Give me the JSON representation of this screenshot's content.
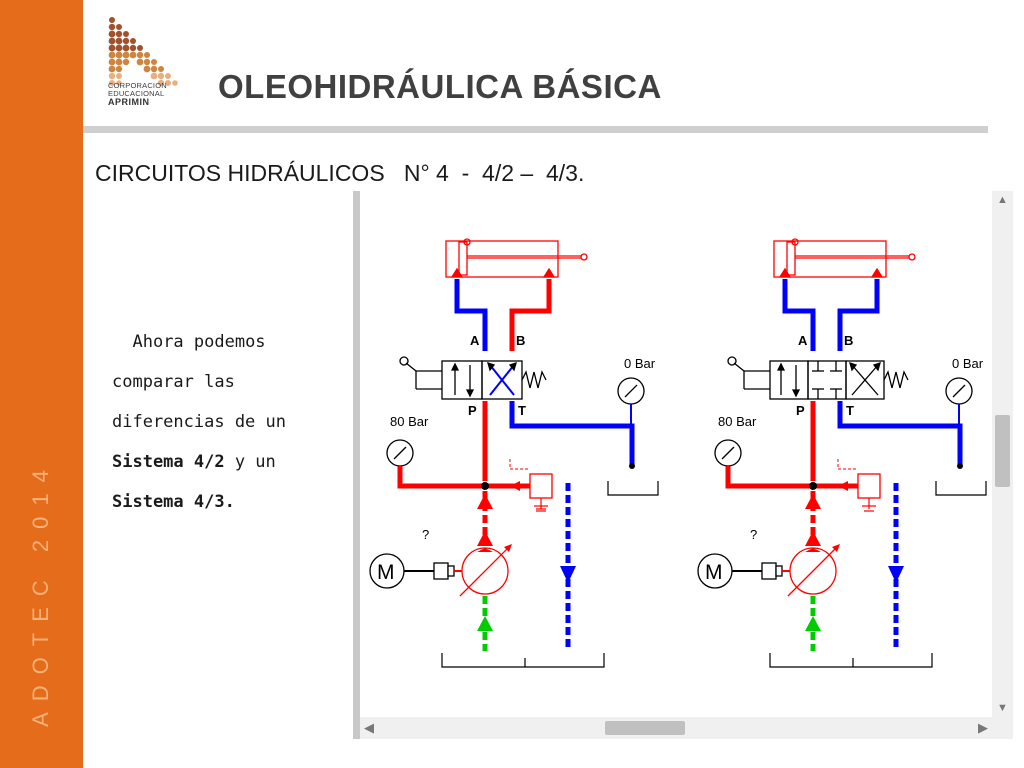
{
  "sidebar": {
    "vertical_text": "ADOTEC 2014",
    "color": "#e46c1a"
  },
  "logo": {
    "line1": "CORPORACION",
    "line2": "EDUCACIONAL",
    "brand": "APRIMIN"
  },
  "header": {
    "title": "OLEOHIDRÁULICA BÁSICA"
  },
  "subtitle": "CIRCUITOS HIDRÁULICOS   N° 4  -  4/2 –  4/3.",
  "body": {
    "line1": "Ahora podemos",
    "line2": "comparar las",
    "line3": "diferencias de un",
    "line4_bold": "Sistema 4/2",
    "line4_rest": " y un",
    "line5_bold": "Sistema 4/3."
  },
  "simulation": {
    "circuits": [
      {
        "port_a": "A",
        "port_b": "B",
        "port_p": "P",
        "port_t": "T",
        "gauge_tank_label": "0 Bar",
        "gauge_pump_label": "80 Bar",
        "unknown_label": "?",
        "motor_label": "M"
      },
      {
        "port_a": "A",
        "port_b": "B",
        "port_p": "P",
        "port_t": "T",
        "gauge_tank_label": "0 Bar",
        "gauge_pump_label": "80 Bar",
        "unknown_label": "?",
        "motor_label": "M"
      }
    ],
    "colors": {
      "pressure": "#ff0000",
      "return": "#0000ff",
      "suction": "#00cc00"
    },
    "scroll_up": "▲",
    "scroll_down": "▼",
    "scroll_left": "◀",
    "scroll_right": "▶"
  }
}
